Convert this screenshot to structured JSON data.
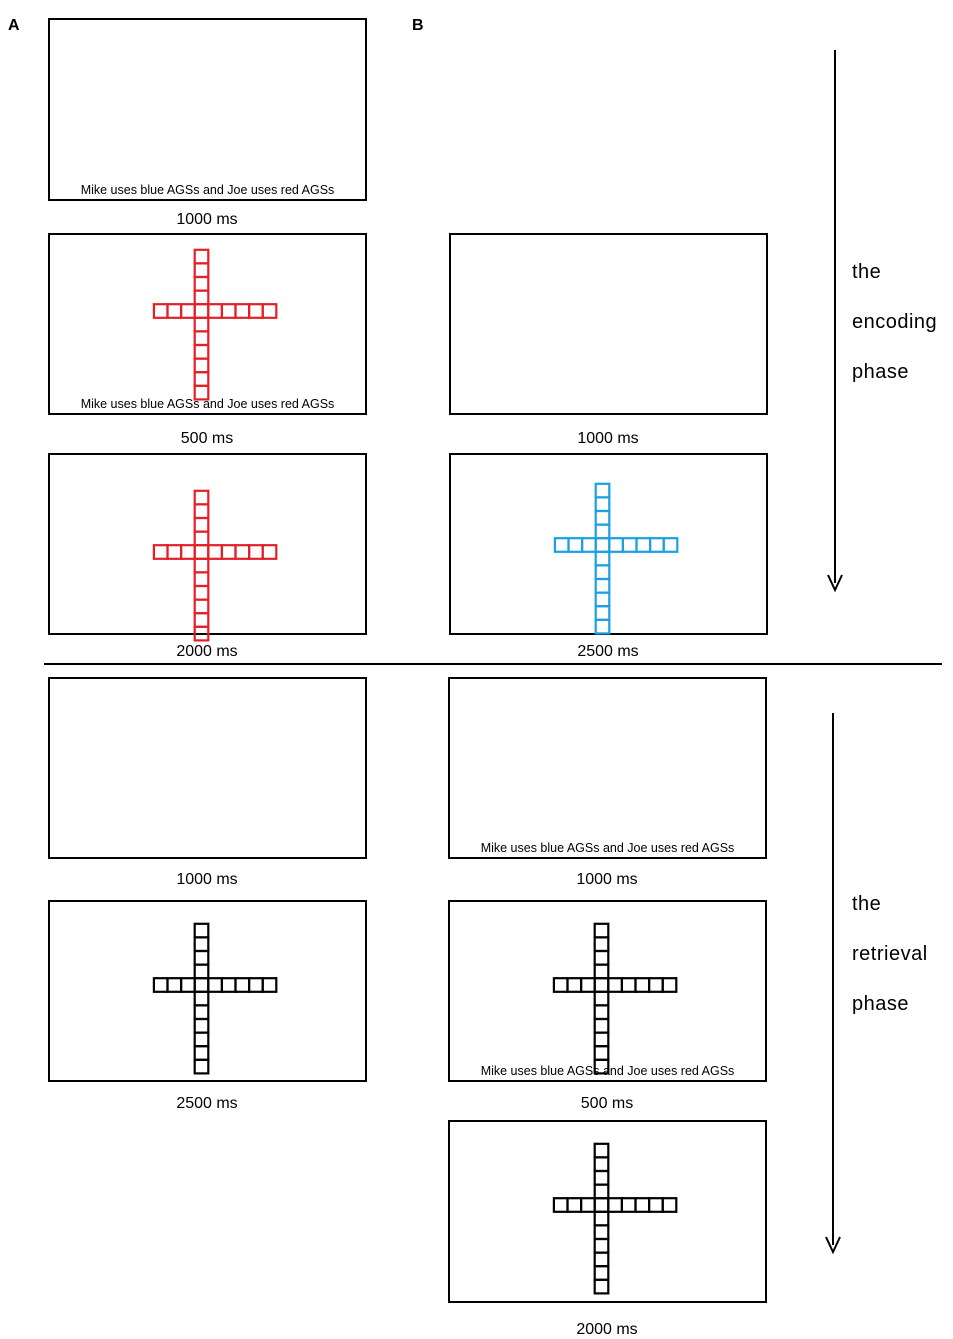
{
  "panel_labels": {
    "a": "A",
    "b": "B"
  },
  "caption_text": "Mike uses blue AGSs and Joe uses red AGSs",
  "colors": {
    "red": "#e32025",
    "blue": "#1ba1e2",
    "black": "#000000"
  },
  "durations": {
    "a1": "1000 ms",
    "a2": "500 ms",
    "a3": "2000 ms",
    "a4": "1000 ms",
    "a5": "2500 ms",
    "b2": "1000 ms",
    "b3": "2500 ms",
    "b4": "1000 ms",
    "b5": "500 ms",
    "b6": "2000 ms"
  },
  "phases": {
    "encoding": {
      "line1": "the",
      "line2": "encoding",
      "line3": "phase"
    },
    "retrieval": {
      "line1": "the",
      "line2": "retrieval",
      "line3": "phase"
    }
  }
}
